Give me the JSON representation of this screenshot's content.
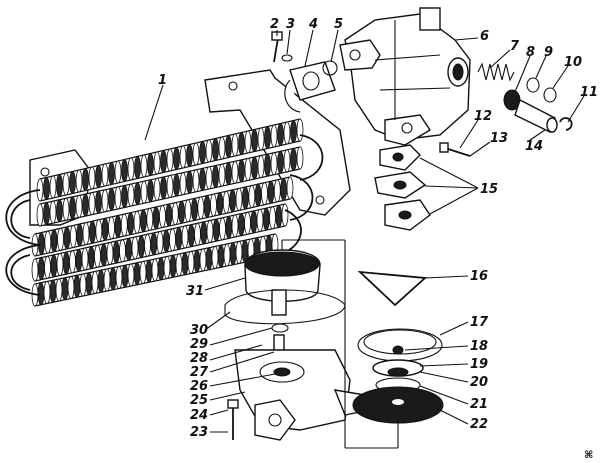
{
  "callouts": [
    "1",
    "2",
    "3",
    "4",
    "5",
    "6",
    "7",
    "8",
    "9",
    "10",
    "11",
    "12",
    "13",
    "14",
    "15",
    "16",
    "17",
    "18",
    "19",
    "20",
    "21",
    "22",
    "23",
    "24",
    "25",
    "26",
    "27",
    "28",
    "29",
    "30",
    "31"
  ],
  "corner_mark": "⌘"
}
